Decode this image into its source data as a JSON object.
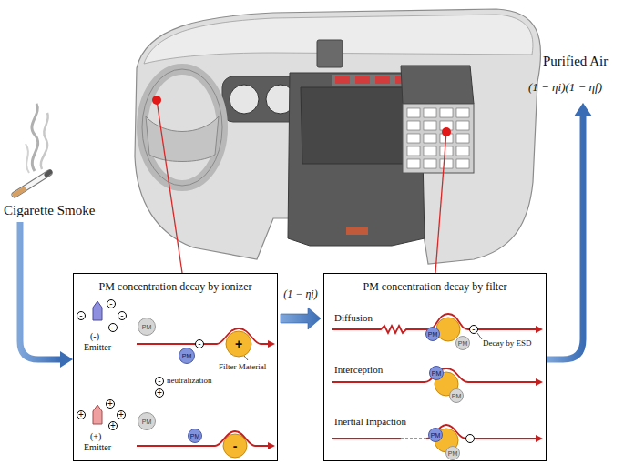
{
  "diagram": {
    "nodes": [
      {
        "text": [
          "PM concentration decay by ionizer"
        ]
      },
      {
        "text": [
          "PM"
        ],
        "in": 0
      },
      {
        "text": [
          "PM"
        ],
        "in": 0
      },
      {
        "text": [
          "PM"
        ],
        "in": 0
      },
      {
        "text": [
          "PM"
        ],
        "in": 0
      },
      {
        "text": [
          "PM concentration decay by filter"
        ]
      },
      {
        "text": [
          "PM"
        ],
        "in": 5
      },
      {
        "text": [
          "PM"
        ],
        "in": 5
      },
      {
        "text": [
          "PM"
        ],
        "in": 5
      },
      {
        "text": [
          "PM"
        ],
        "in": 5
      },
      {
        "text": [
          "PM"
        ],
        "in": 5
      },
      {
        "text": [
          "PM"
        ],
        "in": 5
      }
    ],
    "edges": [
      {
        "from": 0,
        "to": 5,
        "arrow": "to",
        "label": "(1 − ηi)"
      }
    ],
    "labels": [
      "Cigarette Smoke",
      "Purified Air",
      "(1 − ηi)(1 − ηf)",
      "-",
      "-",
      "-",
      "-",
      "(-)",
      "Emitter",
      "-",
      "neutralization",
      "+",
      "+",
      "+",
      "+",
      "+",
      "(+)",
      "Emitter",
      "-",
      "+",
      "Filter Material",
      "-",
      "Diffusion",
      "-",
      "Decay by ESD",
      "Interception",
      "Inertial Impaction",
      "-"
    ]
  }
}
